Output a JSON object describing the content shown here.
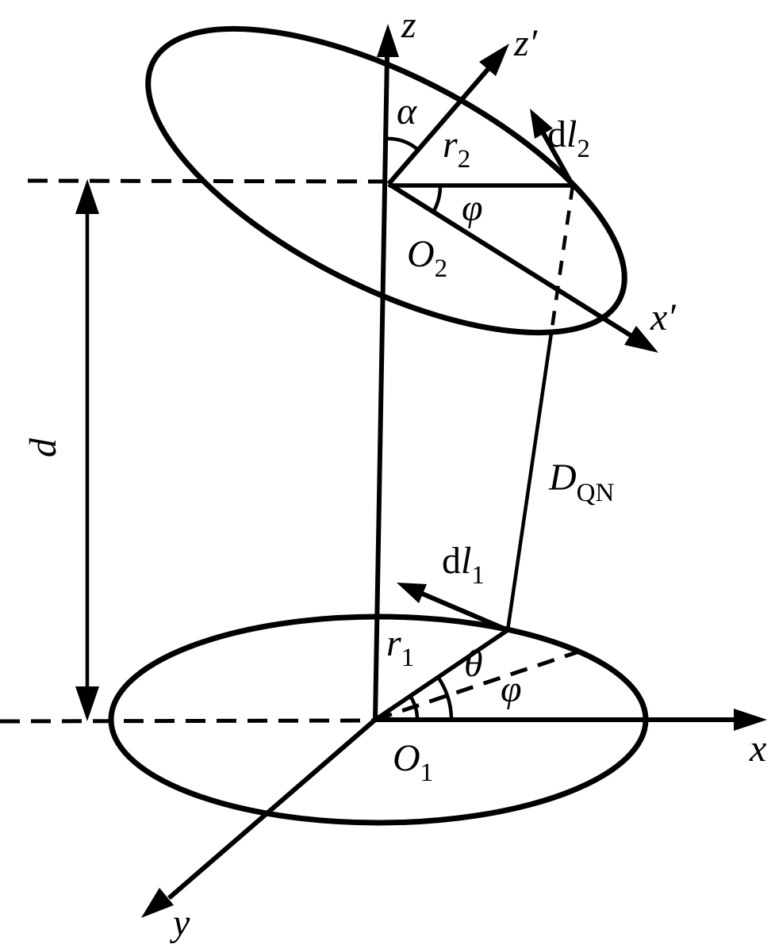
{
  "figure": {
    "background": "#ffffff",
    "ink": "#000000"
  },
  "labels": {
    "axes": {
      "x": "x",
      "y": "y",
      "z": "z",
      "x_prime": "x′",
      "z_prime": "z′"
    },
    "angles": {
      "alpha": "α",
      "theta": "θ",
      "phi_upper": "φ",
      "phi_lower": "φ"
    },
    "centers": {
      "O1": {
        "base": "O",
        "sub": "1"
      },
      "O2": {
        "base": "O",
        "sub": "2"
      }
    },
    "radii": {
      "r1": {
        "base": "r",
        "sub": "1"
      },
      "r2": {
        "base": "r",
        "sub": "2"
      }
    },
    "line_elements": {
      "dl1": {
        "d": "d",
        "l": "l",
        "sub": "1"
      },
      "dl2": {
        "d": "d",
        "l": "l",
        "sub": "2"
      }
    },
    "distances": {
      "DQN": {
        "base": "D",
        "sub": "QN"
      },
      "d": "d"
    }
  }
}
